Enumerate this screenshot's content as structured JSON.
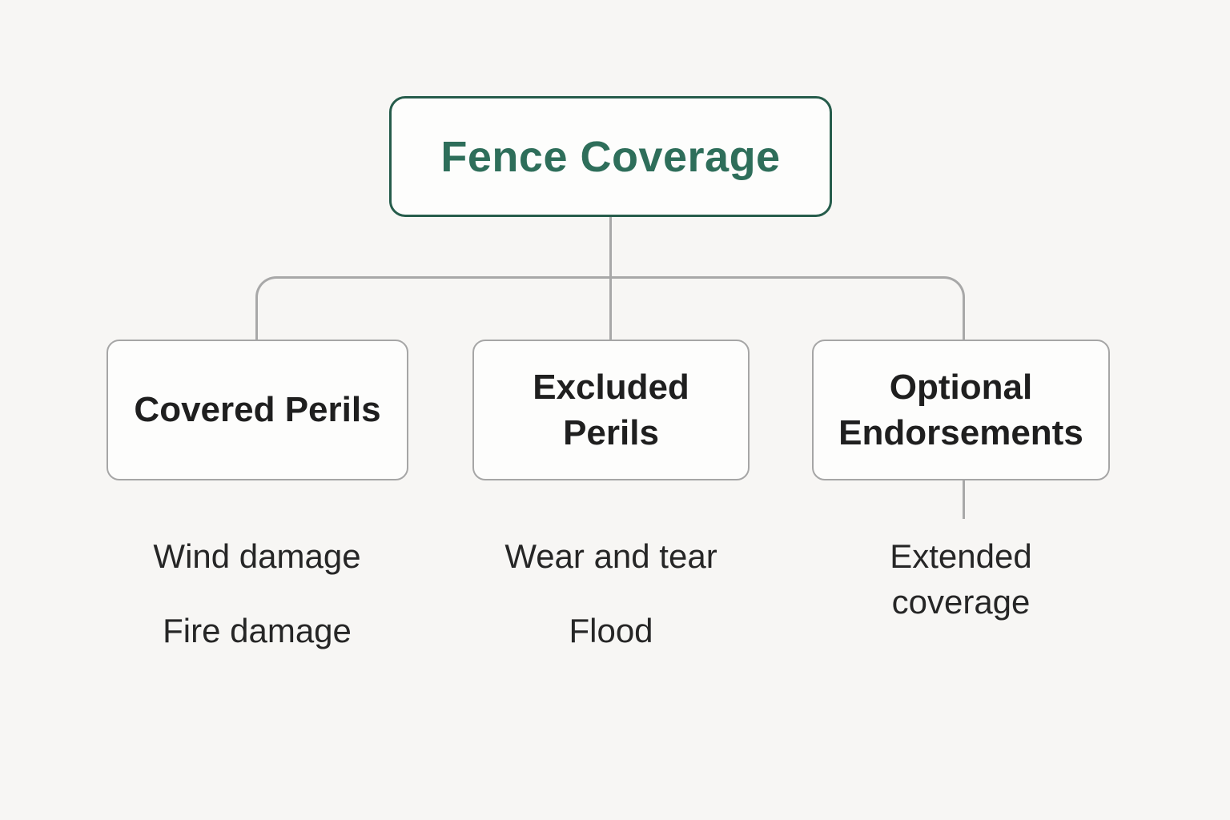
{
  "diagram": {
    "title": "Fence Coverage tree diagram",
    "root": {
      "label": "Fence Coverage"
    },
    "branches": [
      {
        "label": "Covered Perils",
        "items": [
          "Wind damage",
          "Fire damage"
        ]
      },
      {
        "label": "Excluded Perils",
        "items": [
          "Wear and tear",
          "Flood"
        ]
      },
      {
        "label": "Optional Endorsements",
        "items": [
          "Extended coverage"
        ]
      }
    ],
    "colors": {
      "background": "#f7f6f4",
      "box_fill": "#fdfdfc",
      "root_border": "#265c4b",
      "root_text": "#2e6e5a",
      "child_border": "#a6a6a6",
      "child_text": "#1f1f1f",
      "leaf_text": "#262626",
      "connector": "#a8a8a8"
    }
  }
}
